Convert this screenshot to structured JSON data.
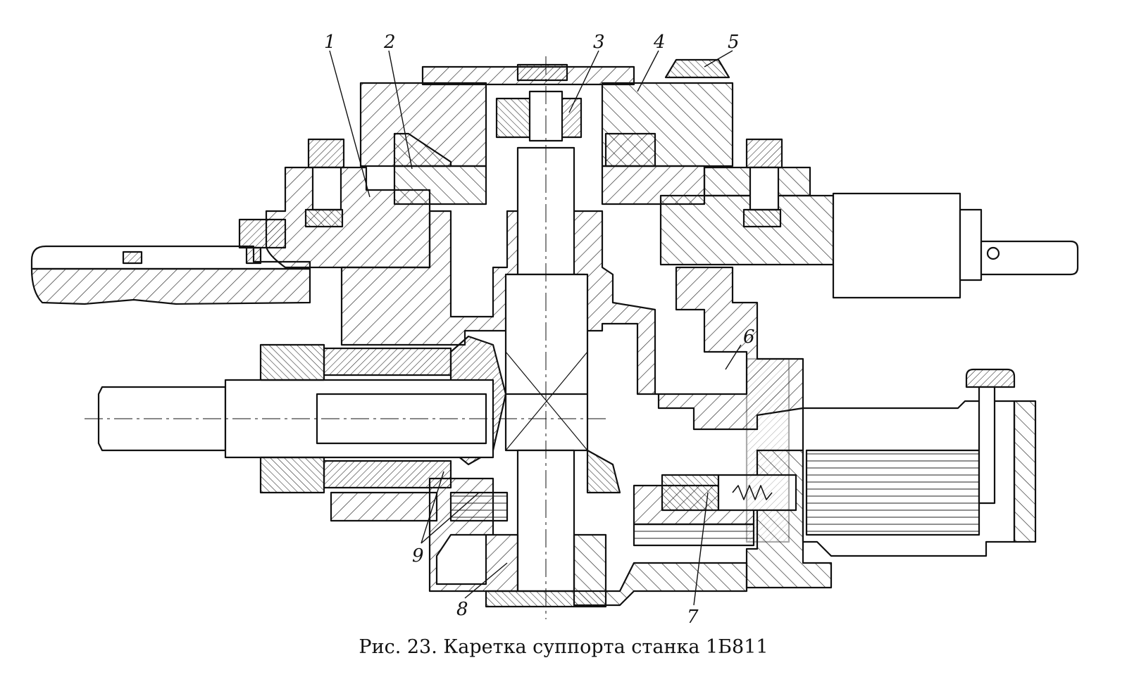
{
  "figure": {
    "callouts": [
      "1",
      "2",
      "3",
      "4",
      "5",
      "6",
      "7",
      "8",
      "9"
    ],
    "caption": "Рис. 23. Каретка суппорта станка 1Б811"
  }
}
